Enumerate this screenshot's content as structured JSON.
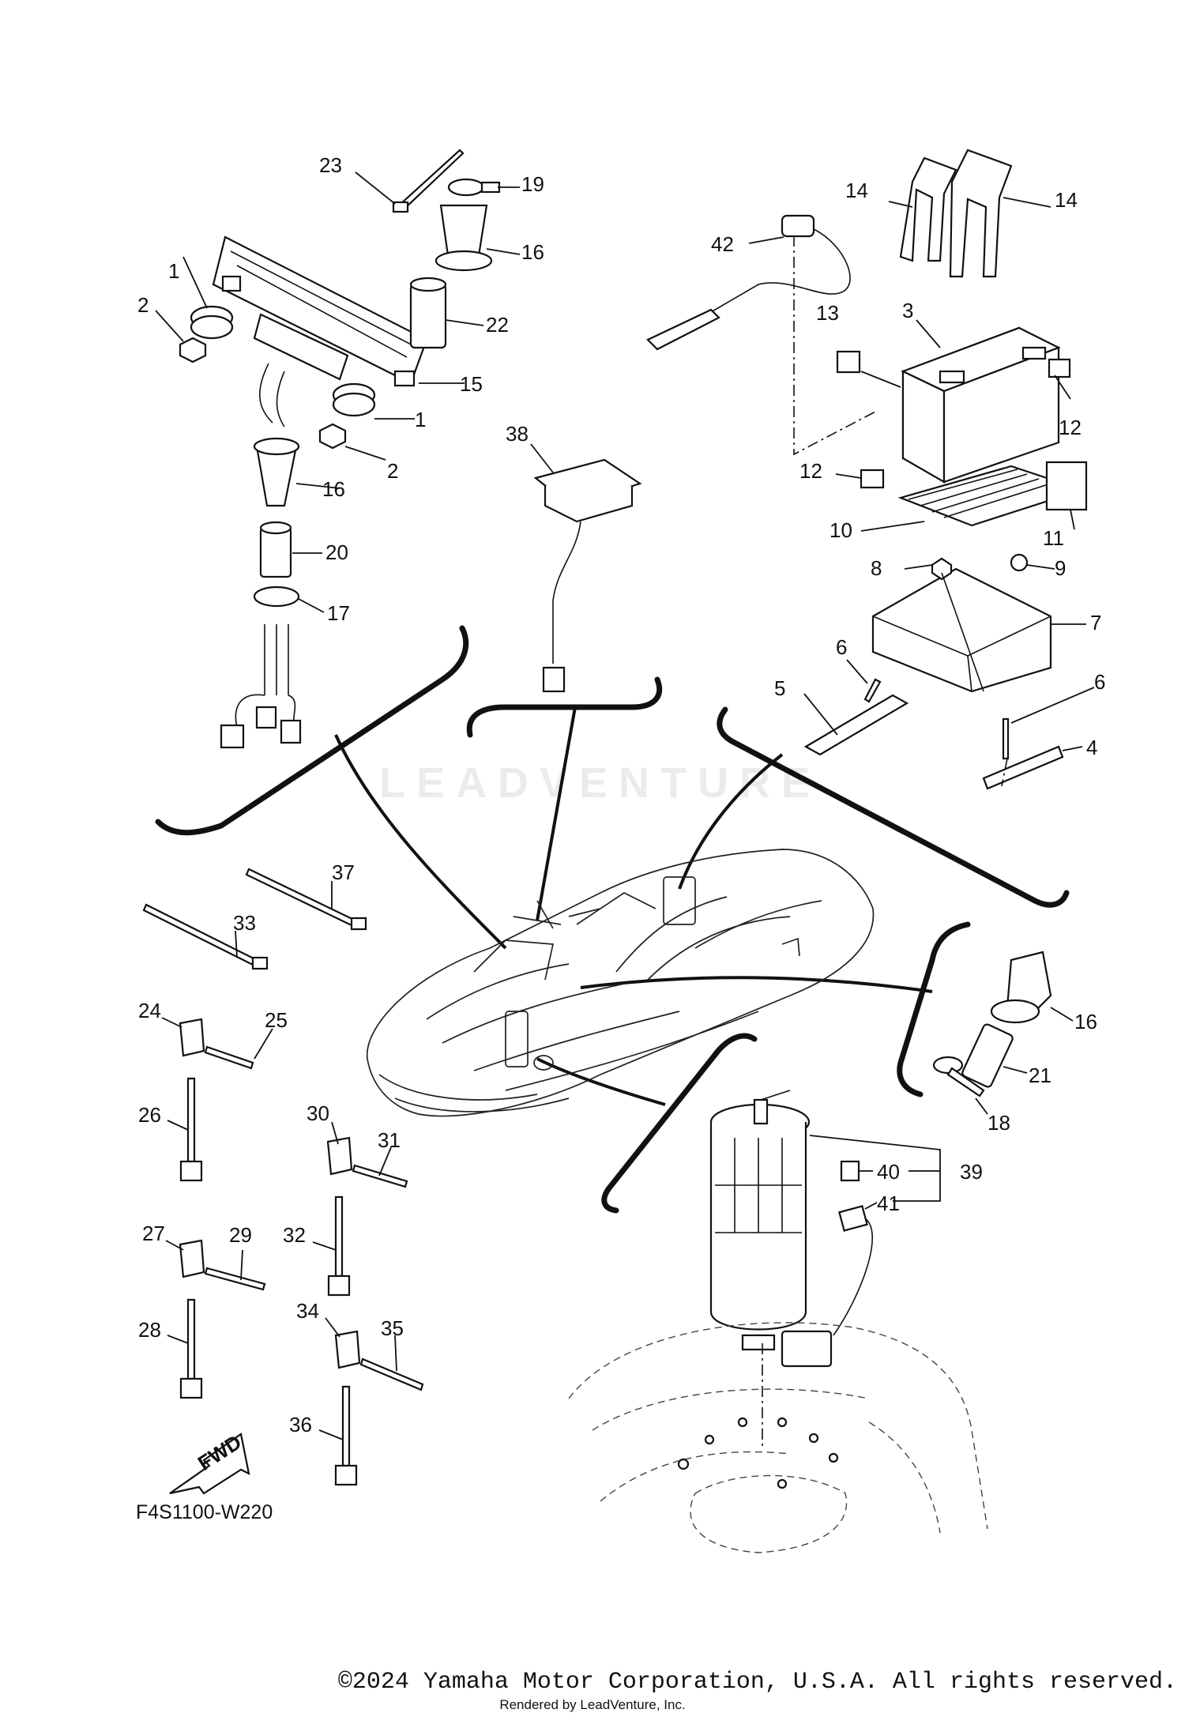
{
  "diagram": {
    "callouts": [
      "1",
      "2",
      "3",
      "4",
      "5",
      "6",
      "7",
      "8",
      "9",
      "10",
      "11",
      "12",
      "13",
      "14",
      "15",
      "16",
      "17",
      "18",
      "19",
      "20",
      "21",
      "22",
      "23",
      "24",
      "25",
      "26",
      "27",
      "28",
      "29",
      "30",
      "31",
      "32",
      "33",
      "34",
      "35",
      "36",
      "37",
      "38",
      "39",
      "40",
      "41",
      "42"
    ],
    "fwd_label": "FWD",
    "drawing_code": "F4S1100-W220",
    "watermark": "LEADVENTURE"
  },
  "footer": {
    "copyright": "©2024 Yamaha Motor Corporation, U.S.A. All rights reserved.",
    "rendered_by": "Rendered by LeadVenture, Inc."
  }
}
